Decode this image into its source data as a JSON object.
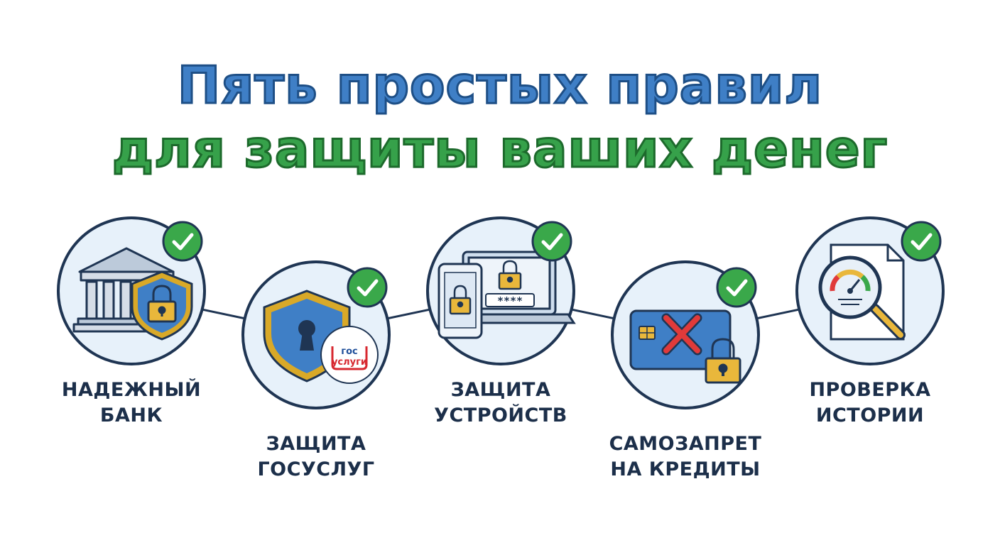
{
  "title": {
    "line1": "Пять простых правил",
    "line2": "для защиты ваших денег"
  },
  "colors": {
    "title_blue": "#3f7fc6",
    "title_green": "#36a14a",
    "label_dark": "#1c2f4a",
    "check_green": "#3aa84a",
    "circle_fill": "#e7f1fa",
    "outline": "#1f3553"
  },
  "steps": [
    {
      "id": "bank",
      "icon": "bank-shield-lock-icon",
      "label_lines": [
        "НАДЕЖНЫЙ",
        "БАНК"
      ]
    },
    {
      "id": "gosuslugi",
      "icon": "shield-keyhole-gosuslugi-icon",
      "logo_lines": [
        "гос",
        "услуги"
      ],
      "label_lines": [
        "ЗАЩИТА",
        "ГОСУСЛУГ"
      ]
    },
    {
      "id": "devices",
      "icon": "laptop-phone-lock-icon",
      "password_mask": "****",
      "label_lines": [
        "ЗАЩИТА",
        "УСТРОЙСТВ"
      ]
    },
    {
      "id": "credit-ban",
      "icon": "card-cross-lock-icon",
      "label_lines": [
        "САМОЗАПРЕТ",
        "НА КРЕДИТЫ"
      ]
    },
    {
      "id": "history",
      "icon": "document-gauge-magnifier-icon",
      "label_lines": [
        "ПРОВЕРКА",
        "ИСТОРИИ"
      ]
    }
  ]
}
